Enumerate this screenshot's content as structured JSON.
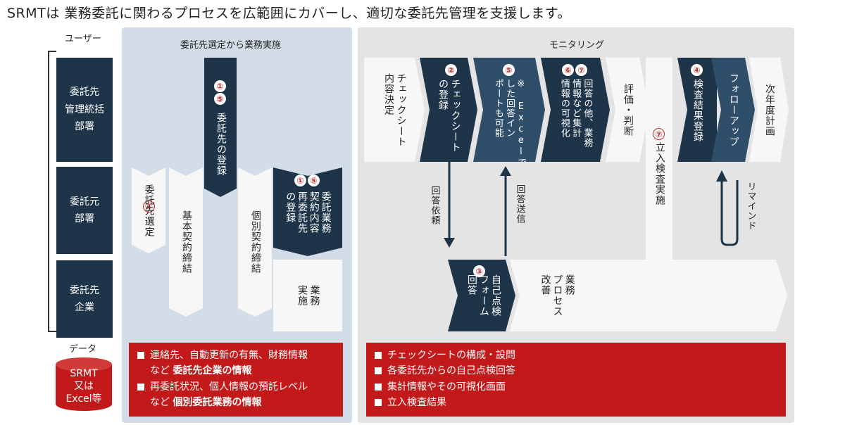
{
  "headline": "SRMTは 業務委託に関わるプロセスを広範囲にカバーし、適切な委託先管理を支援します。",
  "roles": {
    "title": "ユーザー",
    "items": [
      "委託先\n管理統括\n部署",
      "委託元\n部署",
      "委託先\n企業"
    ]
  },
  "data_section": {
    "title": "データ",
    "store_label": "SRMT\n又は\nExcel等"
  },
  "panel_left": {
    "title": "委託先選定から業務実施",
    "register_badges": [
      "①",
      "⑤"
    ],
    "register_label": "委託先の登録",
    "select_badge": "⑦",
    "select_label": "委託先選定",
    "basic_contract_label": "基本契約締結",
    "individual_contract_label": "個別契約締結",
    "business_reg_badges": [
      "①",
      "⑤"
    ],
    "business_reg_label": "委託業務\n契約内容\n再委託先\nの登録",
    "business_exec_label": "業務\n実施",
    "info_items": [
      {
        "text": "連絡先、自動更新の有無、財務情報",
        "bold": ""
      },
      {
        "text": "など ",
        "bold": "委託先企業の情報"
      },
      {
        "text": "再委託状況、個人情報の預託レベル",
        "bold": ""
      },
      {
        "text": "など ",
        "bold": "個別委託業務の情報"
      }
    ]
  },
  "panel_right": {
    "title": "モニタリング",
    "checksheet_decide_label": "チェックシート\n内容決定",
    "checksheet_reg_badge": "②",
    "checksheet_reg_label": "チェックシート\nの登録",
    "excel_badge": "⑤",
    "excel_label": "※ Excelで収集\nした回答イン\nポートも可能",
    "aggregate_badges": [
      "⑥",
      "⑦"
    ],
    "aggregate_label": "回答の他、業務\n情報など集計\n情報の可視化",
    "evaluate_label": "評価・判断",
    "onsite_badge": "⑦",
    "onsite_label": "立入検査実施",
    "inspect_reg_badge": "④",
    "inspect_reg_label": "検査結果登録",
    "followup_label": "フォローアップ",
    "next_plan_label": "次年度計画",
    "request_label": "回答依頼",
    "send_label": "回答送信",
    "remind_label": "リマインド",
    "self_check_badge": "③",
    "self_check_label": "自己点検\nフォーム\n回答",
    "business_process_label": "業務\nプロセス\n改善",
    "info_items": [
      "チェックシートの構成・設問",
      "各委託先からの自己点検回答",
      "集計情報やその可視化画面",
      "立入検査結果"
    ]
  },
  "colors": {
    "navy": "#1e3549",
    "mid_blue": "#2f4e6a",
    "red": "#c21a1a",
    "light_blue_panel": "#d3dde8",
    "gray_panel": "#e4e4e4"
  }
}
